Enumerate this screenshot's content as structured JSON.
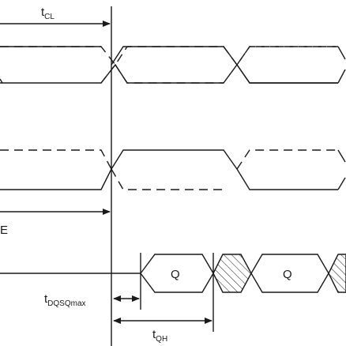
{
  "timing": {
    "t_cl": {
      "main": "t",
      "sub": "CL"
    },
    "t_dqsq": {
      "main": "t",
      "sub": "DQSQmax"
    },
    "t_qh": {
      "main": "t",
      "sub": "QH"
    },
    "e_fragment": "E",
    "data_q1": "Q",
    "data_q2": "Q"
  }
}
